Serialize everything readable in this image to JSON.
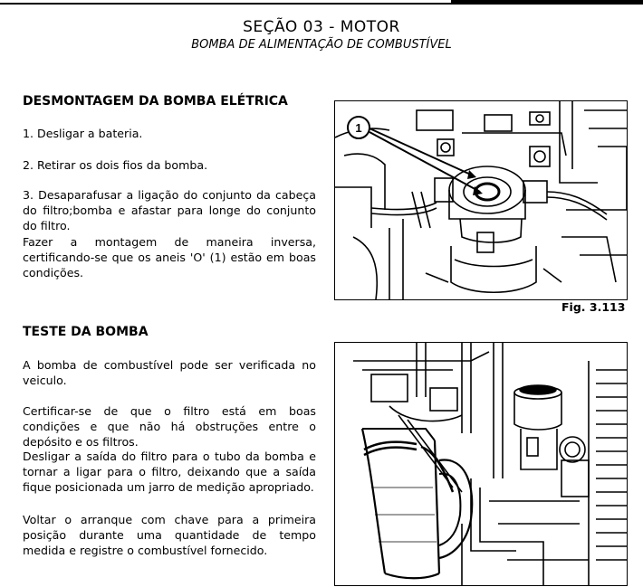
{
  "header": {
    "section_title": "SEÇÃO 03 - MOTOR",
    "subtitle": "BOMBA DE ALIMENTAÇÃO DE COMBUSTÍVEL"
  },
  "section1": {
    "heading": "DESMONTAGEM DA BOMBA ELÉTRICA",
    "steps": [
      "1. Desligar a bateria.",
      "2. Retirar os dois fios da bomba.",
      "3. Desaparafusar a ligação do conjunto da cabeça do filtro;bomba e afastar para longe do conjunto do filtro.",
      "Fazer a montagem de maneira inversa, certificando-se que os aneis 'O' (1) estão em boas condições."
    ],
    "figure": {
      "callout": "1",
      "caption": "Fig. 3.113"
    }
  },
  "section2": {
    "heading": "TESTE DA BOMBA",
    "paragraphs": [
      "A bomba de combustível pode ser verificada no veiculo.",
      "Certificar-se de que o filtro está em boas condições e que não há obstruções entre o depósito e os filtros.",
      "Desligar a saída do filtro para o tubo da bomba e tornar a ligar para o filtro, deixando que a saída fique posicionada um jarro de medição apropriado.",
      "Voltar o arranque com chave para a primeira posição durante uma quantidade de tempo medida e registre o combustível fornecido."
    ]
  }
}
